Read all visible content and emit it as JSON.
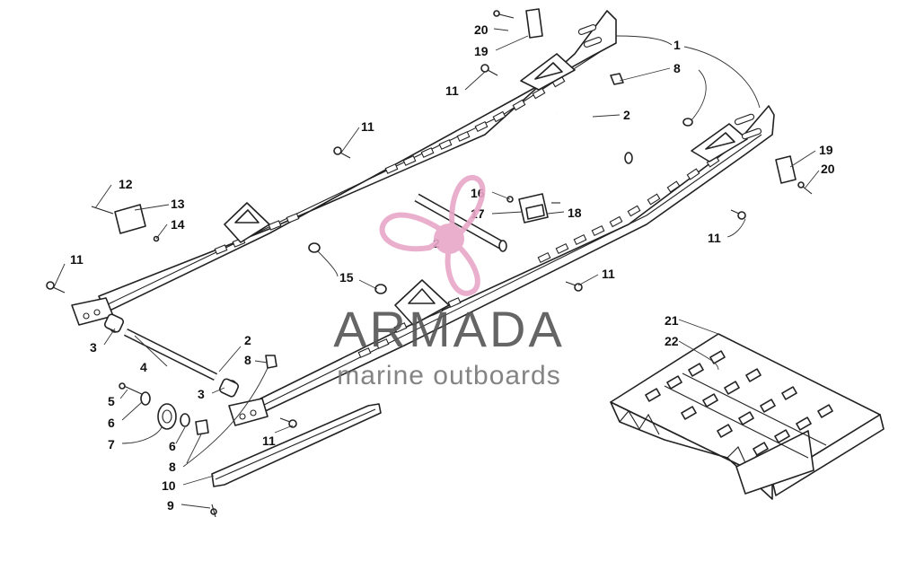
{
  "watermark": {
    "brand": "ARMADA",
    "tagline": "marine outboards",
    "brand_color": "#555555",
    "tagline_color": "#777777",
    "logo_color": "#e8a7c8",
    "logo_icon": "propeller-icon"
  },
  "callouts": [
    {
      "id": "c-20a",
      "text": "20"
    },
    {
      "id": "c-19a",
      "text": "19"
    },
    {
      "id": "c-1",
      "text": "1"
    },
    {
      "id": "c-8a",
      "text": "8"
    },
    {
      "id": "c-11a",
      "text": "11"
    },
    {
      "id": "c-2a",
      "text": "2"
    },
    {
      "id": "c-11b",
      "text": "11"
    },
    {
      "id": "c-19b",
      "text": "19"
    },
    {
      "id": "c-20b",
      "text": "20"
    },
    {
      "id": "c-12",
      "text": "12"
    },
    {
      "id": "c-13",
      "text": "13"
    },
    {
      "id": "c-14",
      "text": "14"
    },
    {
      "id": "c-16",
      "text": "16"
    },
    {
      "id": "c-17",
      "text": "17"
    },
    {
      "id": "c-18",
      "text": "18"
    },
    {
      "id": "c-2b",
      "text": "2"
    },
    {
      "id": "c-11c",
      "text": "11"
    },
    {
      "id": "c-11d",
      "text": "11"
    },
    {
      "id": "c-15",
      "text": "15"
    },
    {
      "id": "c-11e",
      "text": "11"
    },
    {
      "id": "c-3a",
      "text": "3"
    },
    {
      "id": "c-4",
      "text": "4"
    },
    {
      "id": "c-2c",
      "text": "2"
    },
    {
      "id": "c-8b",
      "text": "8"
    },
    {
      "id": "c-3b",
      "text": "3"
    },
    {
      "id": "c-5",
      "text": "5"
    },
    {
      "id": "c-6a",
      "text": "6"
    },
    {
      "id": "c-7",
      "text": "7"
    },
    {
      "id": "c-6b",
      "text": "6"
    },
    {
      "id": "c-8c",
      "text": "8"
    },
    {
      "id": "c-11f",
      "text": "11"
    },
    {
      "id": "c-10",
      "text": "10"
    },
    {
      "id": "c-9",
      "text": "9"
    },
    {
      "id": "c-21",
      "text": "21"
    },
    {
      "id": "c-22",
      "text": "22"
    }
  ]
}
